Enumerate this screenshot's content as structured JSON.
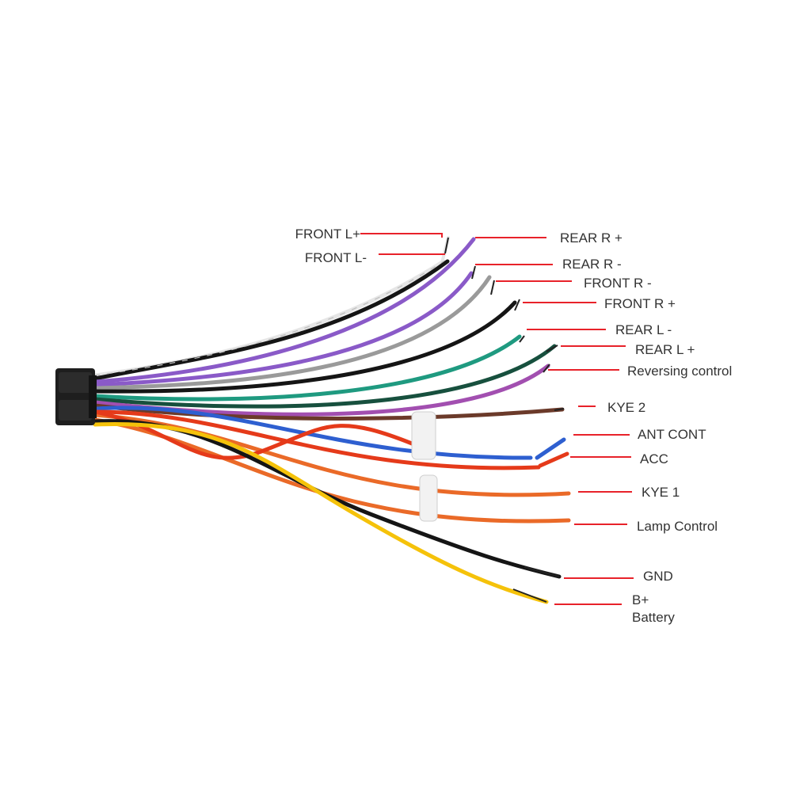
{
  "labels": {
    "front_l_plus": "FRONT L+",
    "front_l_minus": "FRONT L-",
    "rear_r_plus": "REAR R +",
    "rear_r_minus": "REAR R -",
    "front_r_minus": "FRONT R -",
    "front_r_plus": "FRONT R +",
    "rear_l_minus": "REAR L -",
    "rear_l_plus": "REAR L +",
    "reversing_control": "Reversing control",
    "kye2": "KYE 2",
    "ant_cont": "ANT CONT",
    "acc": "ACC",
    "kye1": "KYE 1",
    "lamp_control": "Lamp Control",
    "gnd": "GND",
    "b_plus": "B+",
    "battery": "Battery"
  },
  "colors": {
    "leader_line": "#e8222a",
    "connector": "#1e1e1e",
    "label_text": "#333333",
    "wire_white": "#e6e6e6",
    "wire_black": "#151515",
    "wire_violet": "#8a5ac8",
    "wire_gray": "#9a9a9a",
    "wire_green": "#1f9a80",
    "wire_dark_green": "#17503e",
    "wire_pink": "#a24fb0",
    "wire_brown": "#6b3a2a",
    "wire_blue": "#2e5fd0",
    "wire_red": "#e53a1a",
    "wire_orange": "#ea6a28",
    "wire_yellow": "#f5c20a"
  }
}
